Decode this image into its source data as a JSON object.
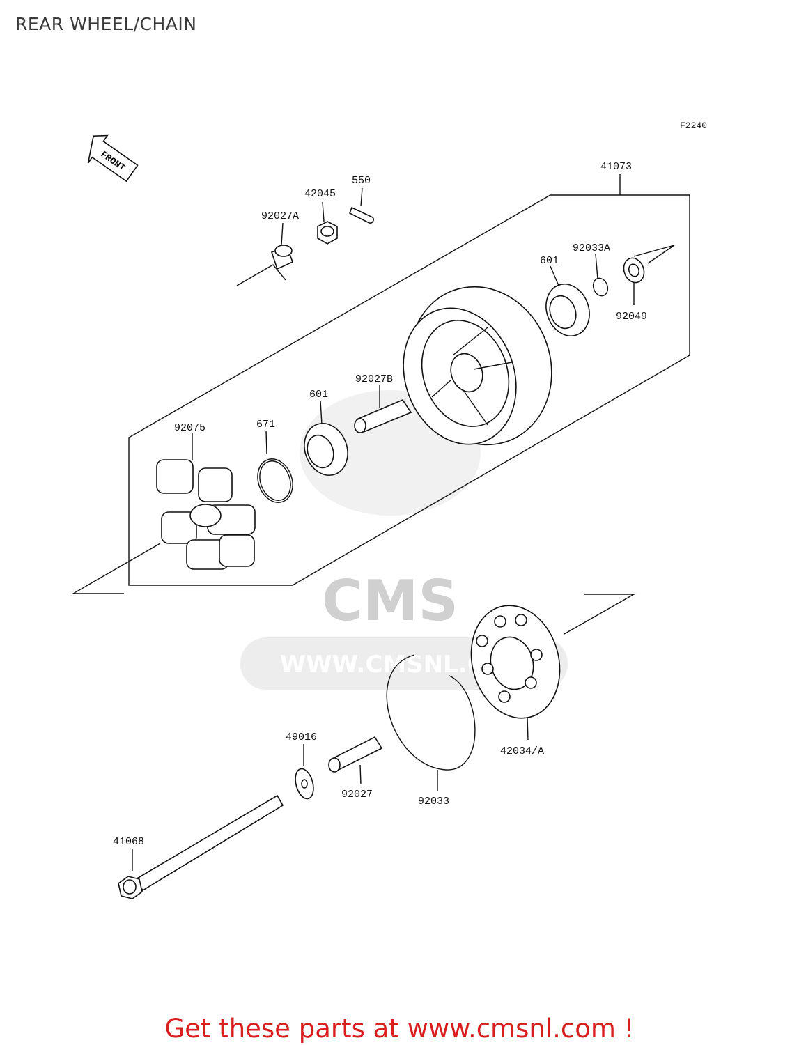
{
  "page": {
    "title": "REAR WHEEL/CHAIN",
    "figure_code": "F2240",
    "front_marker": "FRONT",
    "watermark_logo": "CMS",
    "watermark_url": "WWW.CMSNL.COM",
    "footer_link": "Get these parts at www.cmsnl.com !",
    "colors": {
      "footer": "#d81e1e",
      "lines": "#111111",
      "watermark": "#d0d0d0"
    }
  },
  "parts": [
    {
      "id": "41073",
      "label": "41073"
    },
    {
      "id": "550",
      "label": "550"
    },
    {
      "id": "42045",
      "label": "42045"
    },
    {
      "id": "92027A",
      "label": "92027A"
    },
    {
      "id": "601_right",
      "label": "601"
    },
    {
      "id": "92033A",
      "label": "92033A"
    },
    {
      "id": "92049",
      "label": "92049"
    },
    {
      "id": "92027B",
      "label": "92027B"
    },
    {
      "id": "601_left",
      "label": "601"
    },
    {
      "id": "92075",
      "label": "92075"
    },
    {
      "id": "671",
      "label": "671"
    },
    {
      "id": "49016",
      "label": "49016"
    },
    {
      "id": "92027",
      "label": "92027"
    },
    {
      "id": "92033",
      "label": "92033"
    },
    {
      "id": "42034A",
      "label": "42034/A"
    },
    {
      "id": "41068",
      "label": "41068"
    }
  ]
}
